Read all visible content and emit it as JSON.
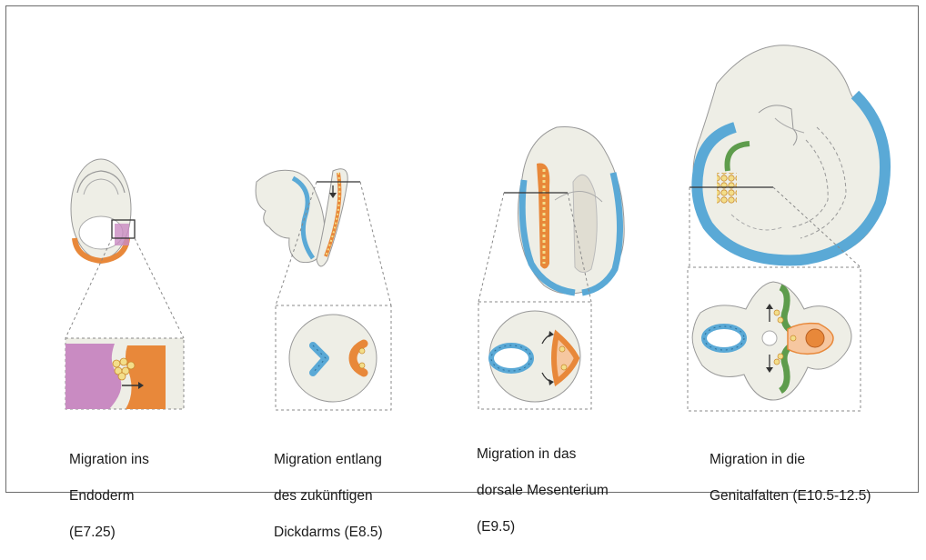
{
  "captions": [
    {
      "line1": "Migration ins",
      "line2": "Endoderm",
      "line3": "(E7.25)"
    },
    {
      "line1": "Migration entlang",
      "line2": "des zukünftigen",
      "line3": "Dickdarms (E8.5)"
    },
    {
      "line1": "Migration in das",
      "line2": "dorsale Mesenterium",
      "line3": "(E9.5)"
    },
    {
      "line1": "Migration in die",
      "line2": "Genitalfalten  (E10.5-12.5)",
      "line3": ""
    }
  ],
  "colors": {
    "endoderm_blue": "#5aa9d6",
    "mesoderm_orange": "#e8883a",
    "ectoderm_pink": "#c98bc2",
    "germ_cell_yellow": "#f3de8a",
    "gonad_green": "#5e9c4c",
    "tissue_grey": "#eeeee6"
  }
}
